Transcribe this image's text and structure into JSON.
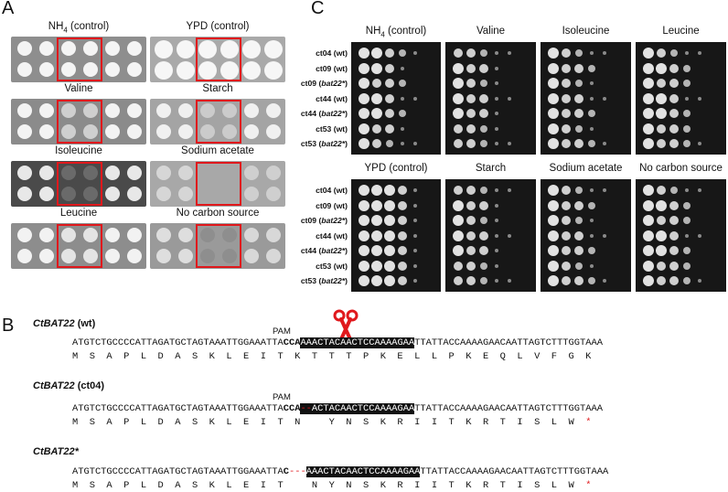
{
  "panels": {
    "a": "A",
    "b": "B",
    "c": "C"
  },
  "panel_a": {
    "labels": [
      {
        "pre": "NH",
        "sub": "4",
        "post": " (control)"
      },
      {
        "pre": "YPD (control)",
        "sub": "",
        "post": ""
      },
      {
        "pre": "Valine",
        "sub": "",
        "post": ""
      },
      {
        "pre": "Starch",
        "sub": "",
        "post": ""
      },
      {
        "pre": "Isoleucine",
        "sub": "",
        "post": ""
      },
      {
        "pre": "Sodium acetate",
        "sub": "",
        "post": ""
      },
      {
        "pre": "Leucine",
        "sub": "",
        "post": ""
      },
      {
        "pre": "No carbon source",
        "sub": "",
        "post": ""
      }
    ]
  },
  "panel_c": {
    "top_labels": [
      {
        "pre": "NH",
        "sub": "4",
        "post": " (control)"
      },
      {
        "pre": "Valine",
        "sub": "",
        "post": ""
      },
      {
        "pre": "Isoleucine",
        "sub": "",
        "post": ""
      },
      {
        "pre": "Leucine",
        "sub": "",
        "post": ""
      }
    ],
    "bottom_labels": [
      {
        "pre": "YPD (control)",
        "sub": "",
        "post": ""
      },
      {
        "pre": "Starch",
        "sub": "",
        "post": ""
      },
      {
        "pre": "Sodium acetate",
        "sub": "",
        "post": ""
      },
      {
        "pre": "No carbon source",
        "sub": "",
        "post": ""
      }
    ],
    "strains": [
      {
        "name": "ct04",
        "tag": "wt",
        "italic": false
      },
      {
        "name": "ct09",
        "tag": "wt",
        "italic": false
      },
      {
        "name": "ct09",
        "tag": "bat22*",
        "italic": true
      },
      {
        "name": "ct44",
        "tag": "wt",
        "italic": false
      },
      {
        "name": "ct44",
        "tag": "bat22*",
        "italic": true
      },
      {
        "name": "ct53",
        "tag": "wt",
        "italic": false
      },
      {
        "name": "ct53",
        "tag": "bat22*",
        "italic": true
      }
    ]
  },
  "panel_b": {
    "pam_label": "PAM",
    "seq1": {
      "gene": "CtBAT22",
      "suffix": " (wt)",
      "dna_pre": "ATGTCTGCCCCATTAGATGCTAGTAAATTGGAAATTA",
      "dna_pam": "CCA",
      "dna_hl": "AAACTACAACTCCAAAAGAA",
      "dna_post": "TTATTACCAAAAGAACAATTAGTCTTTGGTAAA",
      "aa": "M  S  A  P  L  D  A  S  K  L  E  I  T  K  T  T  T  P  K  E  L  L  P  K  E  Q  L  V  F  G  K"
    },
    "seq2": {
      "gene": "CtBAT22",
      "suffix": " (ct04)",
      "dna_pre": "ATGTCTGCCCCATTAGATGCTAGTAAATTGGAAATTA",
      "dna_pam": "CCA",
      "dna_del": "--",
      "dna_hl": "ACTACAACTCCAAAAGAA",
      "dna_post": "TTATTACCAAAAGAACAATTAGTCTTTGGTAAA",
      "aa_pre": "M  S  A  P  L  D  A  S  K  L  E  I  T  N     Y  N  S  K  R  I  I  T  K  R  T  I  S  L  W  ",
      "aa_stop": "*"
    },
    "seq3": {
      "gene": "CtBAT22*",
      "suffix": "",
      "dna_pre": "ATGTCTGCCCCATTAGATGCTAGTAAATTGGAAATTA",
      "dna_c": "C",
      "dna_del": "---",
      "dna_hl": "AAACTACAACTCCAAAAGAA",
      "dna_post": "TTATTACCAAAAGAACAATTAGTCTTTGGTAAA",
      "aa_pre": "M  S  A  P  L  D  A  S  K  L  E  I  T     N  Y  N  S  K  R  I  I  T  K  R  T  I  S  L  W  ",
      "aa_stop": "*"
    }
  },
  "colors": {
    "highlight_box": "#e0181c",
    "plate_background": "#9a9a9a",
    "spot_panel": "#171717"
  }
}
